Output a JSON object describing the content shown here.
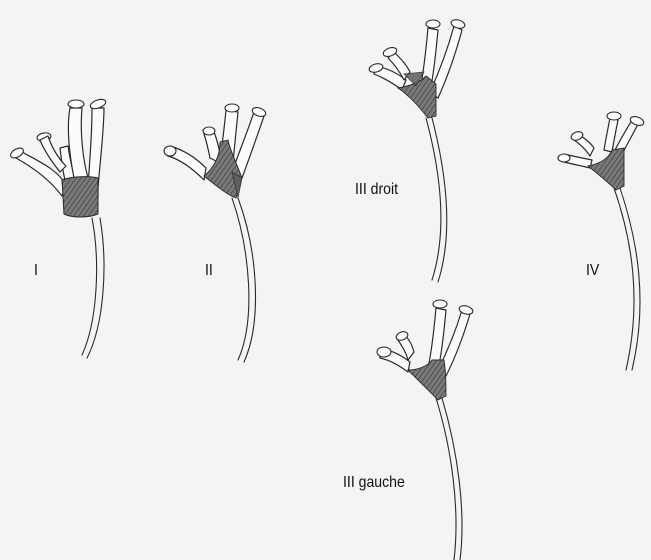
{
  "labels": {
    "I": "I",
    "II": "II",
    "III_droit": "III droit",
    "IV": "IV",
    "III_gauche": "III gauche"
  }
}
